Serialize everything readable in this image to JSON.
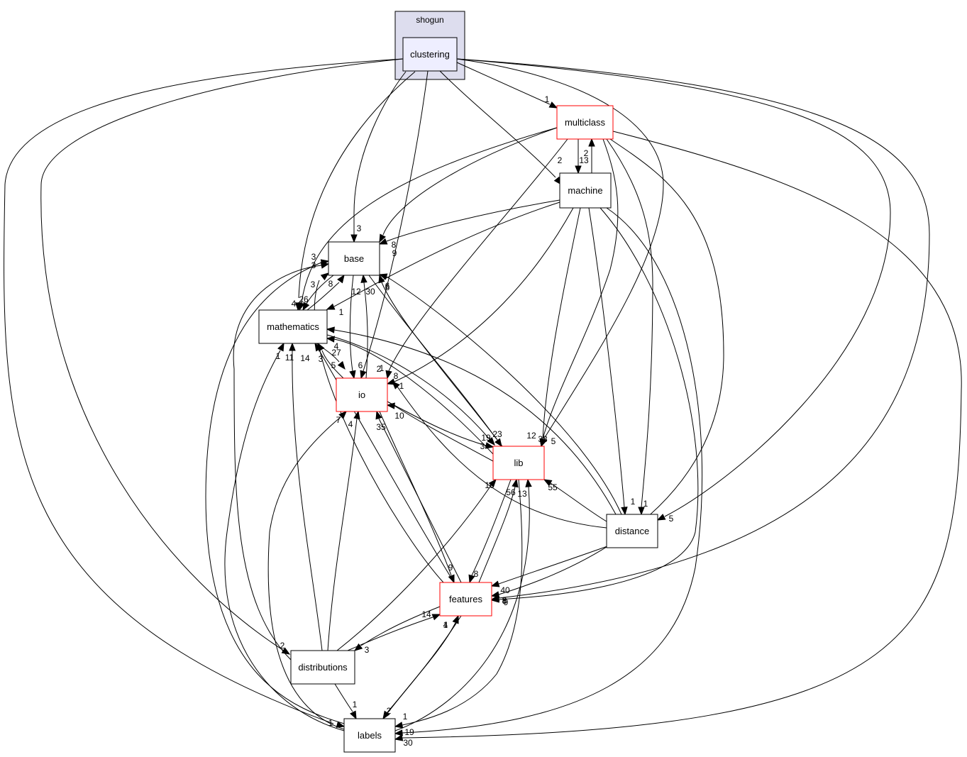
{
  "colors": {
    "cluster_fill": "#ddddee",
    "cluster_border": "#000000",
    "selected_fill": "#eeeeff",
    "node_fill": "#ffffff",
    "node_border": "#000000",
    "incomplete_border": "#ff0000",
    "edge": "#000000"
  },
  "cluster": {
    "label": "shogun"
  },
  "nodes": {
    "clustering": {
      "label": "clustering",
      "style": "selected"
    },
    "multiclass": {
      "label": "multiclass",
      "style": "incomplete"
    },
    "machine": {
      "label": "machine",
      "style": "normal"
    },
    "base": {
      "label": "base",
      "style": "normal"
    },
    "mathematics": {
      "label": "mathematics",
      "style": "normal"
    },
    "io": {
      "label": "io",
      "style": "incomplete"
    },
    "lib": {
      "label": "lib",
      "style": "incomplete"
    },
    "distance": {
      "label": "distance",
      "style": "normal"
    },
    "features": {
      "label": "features",
      "style": "incomplete"
    },
    "distributions": {
      "label": "distributions",
      "style": "normal"
    },
    "labels": {
      "label": "labels",
      "style": "normal"
    }
  },
  "edges": [
    {
      "from": "clustering",
      "to": "multiclass",
      "weight": "1"
    },
    {
      "from": "clustering",
      "to": "machine",
      "weight": "2"
    },
    {
      "from": "clustering",
      "to": "base",
      "weight": "3"
    },
    {
      "from": "clustering",
      "to": "mathematics",
      "weight": "4"
    },
    {
      "from": "clustering",
      "to": "io",
      "weight": "1"
    },
    {
      "from": "clustering",
      "to": "lib",
      "weight": "5"
    },
    {
      "from": "clustering",
      "to": "distance",
      "weight": "5"
    },
    {
      "from": "clustering",
      "to": "features",
      "weight": "8"
    },
    {
      "from": "clustering",
      "to": "distributions",
      "weight": "2"
    },
    {
      "from": "clustering",
      "to": "labels",
      "weight": "1"
    },
    {
      "from": "multiclass",
      "to": "machine",
      "weight": "13"
    },
    {
      "from": "machine",
      "to": "multiclass",
      "weight": "2"
    },
    {
      "from": "multiclass",
      "to": "base",
      "weight": "9"
    },
    {
      "from": "multiclass",
      "to": "mathematics",
      "weight": "6"
    },
    {
      "from": "multiclass",
      "to": "io",
      "weight": "2"
    },
    {
      "from": "multiclass",
      "to": "lib",
      "weight": "38"
    },
    {
      "from": "multiclass",
      "to": "distance",
      "weight": "1"
    },
    {
      "from": "multiclass",
      "to": "features",
      "weight": "40"
    },
    {
      "from": "multiclass",
      "to": "labels",
      "weight": "30"
    },
    {
      "from": "machine",
      "to": "base",
      "weight": "8"
    },
    {
      "from": "machine",
      "to": "mathematics",
      "weight": "1"
    },
    {
      "from": "machine",
      "to": "io",
      "weight": "1"
    },
    {
      "from": "machine",
      "to": "lib",
      "weight": "12"
    },
    {
      "from": "machine",
      "to": "distance",
      "weight": "1"
    },
    {
      "from": "machine",
      "to": "features",
      "weight": "9"
    },
    {
      "from": "machine",
      "to": "labels",
      "weight": "19"
    },
    {
      "from": "base",
      "to": "mathematics",
      "weight": "26"
    },
    {
      "from": "mathematics",
      "to": "base",
      "weight": "8"
    },
    {
      "from": "base",
      "to": "io",
      "weight": "6"
    },
    {
      "from": "io",
      "to": "base",
      "weight": "12"
    },
    {
      "from": "base",
      "to": "lib",
      "weight": "23"
    },
    {
      "from": "lib",
      "to": "base",
      "weight": "30"
    },
    {
      "from": "mathematics",
      "to": "io",
      "weight": "5"
    },
    {
      "from": "io",
      "to": "mathematics",
      "weight": "3"
    },
    {
      "from": "mathematics",
      "to": "lib",
      "weight": "19"
    },
    {
      "from": "lib",
      "to": "mathematics",
      "weight": "27"
    },
    {
      "from": "io",
      "to": "lib",
      "weight": "3"
    },
    {
      "from": "lib",
      "to": "io",
      "weight": "10"
    },
    {
      "from": "lib",
      "to": "features",
      "weight": "8"
    },
    {
      "from": "features",
      "to": "lib",
      "weight": "56"
    },
    {
      "from": "distance",
      "to": "base",
      "weight": "6"
    },
    {
      "from": "distance",
      "to": "mathematics",
      "weight": "4"
    },
    {
      "from": "distance",
      "to": "io",
      "weight": "8"
    },
    {
      "from": "distance",
      "to": "lib",
      "weight": "55"
    },
    {
      "from": "distance",
      "to": "features",
      "weight": "8"
    },
    {
      "from": "features",
      "to": "base",
      "weight": "3"
    },
    {
      "from": "features",
      "to": "mathematics",
      "weight": "14"
    },
    {
      "from": "features",
      "to": "io",
      "weight": "35"
    },
    {
      "from": "io",
      "to": "features",
      "weight": "9"
    },
    {
      "from": "features",
      "to": "labels",
      "weight": "2"
    },
    {
      "from": "labels",
      "to": "features",
      "weight": "4"
    },
    {
      "from": "distributions",
      "to": "base",
      "weight": "3"
    },
    {
      "from": "distributions",
      "to": "mathematics",
      "weight": "11"
    },
    {
      "from": "distributions",
      "to": "io",
      "weight": "4"
    },
    {
      "from": "distributions",
      "to": "lib",
      "weight": "10"
    },
    {
      "from": "distributions",
      "to": "features",
      "weight": "14"
    },
    {
      "from": "features",
      "to": "distributions",
      "weight": "3"
    },
    {
      "from": "distributions",
      "to": "labels",
      "weight": "1"
    },
    {
      "from": "labels",
      "to": "base",
      "weight": "3"
    },
    {
      "from": "labels",
      "to": "mathematics",
      "weight": "1"
    },
    {
      "from": "labels",
      "to": "io",
      "weight": "7"
    },
    {
      "from": "labels",
      "to": "lib",
      "weight": "13"
    },
    {
      "from": "lib",
      "to": "labels",
      "weight": "1"
    },
    {
      "from": "labels",
      "to": "features",
      "weight": "1"
    }
  ]
}
